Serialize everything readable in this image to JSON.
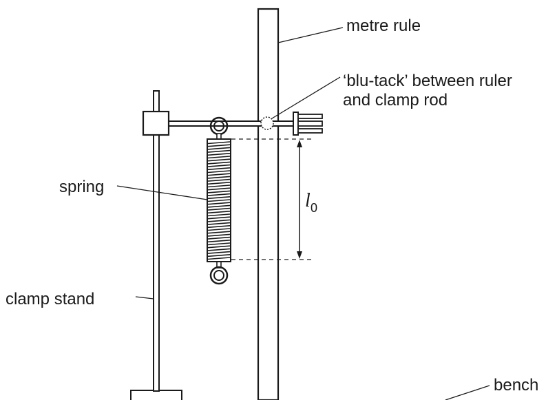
{
  "labels": {
    "metre_rule": "metre rule",
    "blu_tack_line1": "‘blu-tack’ between ruler",
    "blu_tack_line2": "and clamp rod",
    "spring": "spring",
    "clamp_stand": "clamp stand",
    "bench": "bench",
    "length_symbol": "l",
    "length_subscript": "0"
  },
  "colors": {
    "ink": "#1a1a1a",
    "background": "#ffffff"
  }
}
